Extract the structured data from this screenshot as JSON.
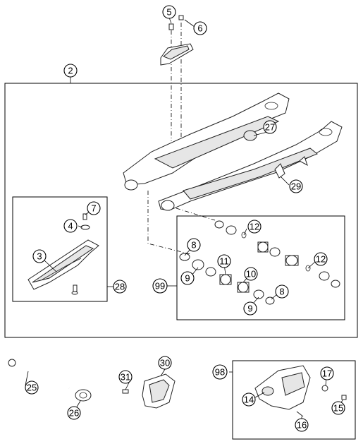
{
  "callouts": {
    "c2": "2",
    "c3": "3",
    "c4": "4",
    "c5": "5",
    "c6": "6",
    "c7": "7",
    "c8a": "8",
    "c8b": "8",
    "c9a": "9",
    "c9b": "9",
    "c10": "10",
    "c11": "11",
    "c12a": "12",
    "c12b": "12",
    "c14": "14",
    "c15": "15",
    "c16": "16",
    "c17": "17",
    "c25": "25",
    "c26": "26",
    "c27": "27",
    "c28": "28",
    "c29": "29",
    "c30": "30",
    "c31": "31",
    "c98": "98",
    "c99": "99"
  }
}
